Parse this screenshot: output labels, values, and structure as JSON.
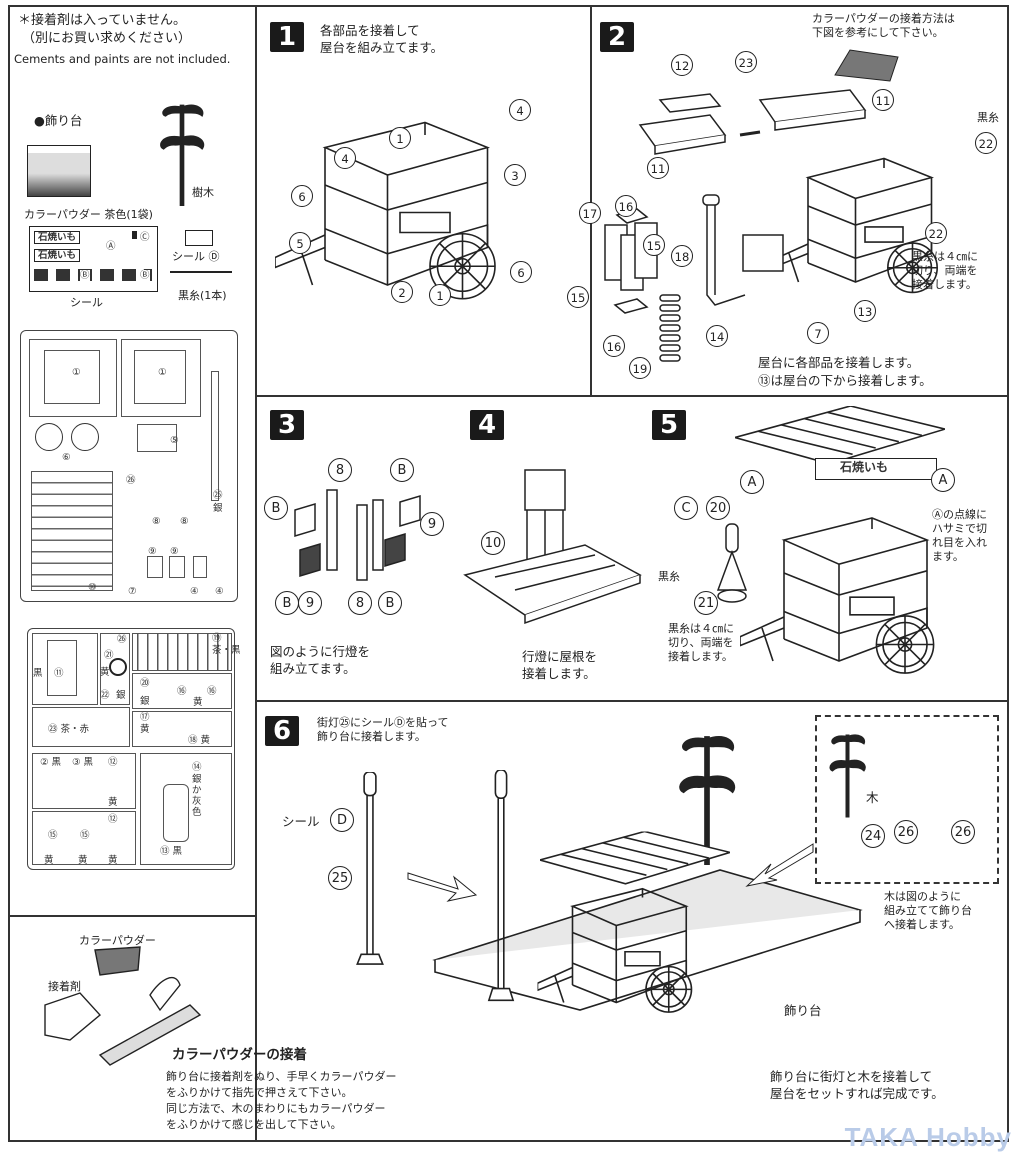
{
  "notice": {
    "jp_line1": "＊接着剤は入っていません。",
    "jp_line2": "（別にお買い求めください）",
    "en": "Cements and paints are not included."
  },
  "contents": {
    "base_label": "●飾り台",
    "color_powder": "カラーパウダー 茶色(1袋)",
    "tree": "樹木",
    "seal": "シール",
    "seal_d": "シール Ⓓ",
    "black_thread": "黒糸(1本)",
    "seal_letters": {
      "a": "Ⓐ",
      "b": "Ⓑ",
      "c": "Ⓒ"
    },
    "sticker_text": "石焼いも"
  },
  "sprue1": {
    "labels": [
      "①",
      "①",
      "⑥",
      "⑤",
      "㉖",
      "⑧",
      "⑧",
      "㉕",
      "銀",
      "⑨",
      "⑨",
      "⑩",
      "⑦",
      "④",
      "④"
    ]
  },
  "sprue2": {
    "labels": [
      "黒",
      "⑪",
      "㉖",
      "㉑",
      "黄",
      "㉒",
      "銀",
      "⑲",
      "茶・黒",
      "⑳",
      "銀",
      "⑯",
      "黄",
      "⑯",
      "⑰",
      "黄",
      "⑱ 黄",
      "㉓ 茶・赤",
      "② 黒",
      "③ 黒",
      "⑫",
      "黄",
      "⑭",
      "銀か灰色",
      "⑮",
      "黄",
      "⑮",
      "黄",
      "⑫",
      "黄",
      "⑬ 黒"
    ]
  },
  "step1": {
    "number": "1",
    "text": "各部品を接着して\n屋台を組み立てます。",
    "callouts": [
      "1",
      "4",
      "4",
      "6",
      "3",
      "5",
      "2",
      "1",
      "6"
    ]
  },
  "step2": {
    "number": "2",
    "powder_note": "カラーパウダーの接着方法は\n下図を参考にして下さい。",
    "thread_label": "黒糸",
    "thread_note": "黒糸は４㎝に\n切り、両端を\n接着します。",
    "footer_line1": "屋台に各部品を接着します。",
    "footer_line2": "⑬は屋台の下から接着します。",
    "callouts": [
      "12",
      "23",
      "11",
      "11",
      "22",
      "22",
      "16",
      "17",
      "15",
      "18",
      "15",
      "16",
      "19",
      "14",
      "7",
      "13"
    ]
  },
  "step3": {
    "number": "3",
    "text": "図のように行燈を\n組み立てます。",
    "callouts": [
      "8",
      "B",
      "B",
      "9",
      "B",
      "9",
      "8",
      "B"
    ]
  },
  "step4": {
    "number": "4",
    "text": "行燈に屋根を\n接着します。",
    "callouts": [
      "10"
    ]
  },
  "step5": {
    "number": "5",
    "cut_note": "Ⓐの点線に\nハサミで切\nれ目を入れ\nます。",
    "thread_label": "黒糸",
    "thread_note": "黒糸は４㎝に\n切り、両端を\n接着します。",
    "callouts": [
      "A",
      "A",
      "C",
      "20",
      "21"
    ]
  },
  "step6": {
    "number": "6",
    "text": "街灯㉕にシールⒹを貼って\n飾り台に接着します。",
    "seal_label": "シール",
    "tree_label": "木",
    "tree_note": "木は図のように\n組み立てて飾り台\nへ接着します。",
    "base_label": "飾り台",
    "final_text": "飾り台に街灯と木を接着して\n屋台をセットすれば完成です。",
    "callouts": [
      "D",
      "25",
      "24",
      "26",
      "26"
    ]
  },
  "powder_box": {
    "powder_label": "カラーパウダー",
    "glue_label": "接着剤",
    "title": "カラーパウダーの接着",
    "body": "飾り台に接着剤をぬり、手早くカラーパウダー\nをふりかけて指先で押さえて下さい。\n同じ方法で、木のまわりにもカラーパウダー\nをふりかけて感じを出して下さい。"
  },
  "watermark": "TAKA Hobby",
  "colors": {
    "ink": "#222222",
    "watermark": "#b9cbe8"
  }
}
